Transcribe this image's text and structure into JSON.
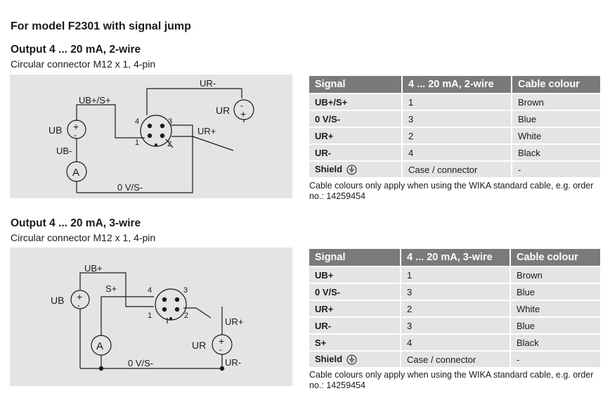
{
  "page": {
    "title": "For model F2301 with signal jump"
  },
  "sections": [
    {
      "title": "Output 4 ... 20 mA, 2-wire",
      "subtitle": "Circular connector M12 x 1, 4-pin",
      "diagram": {
        "labels": {
          "ur_minus_top": "UR-",
          "ub_plus_s_plus": "UB+/S+",
          "ur": "UR",
          "ub": "UB",
          "ub_minus": "UB-",
          "ur_plus": "UR+",
          "zero_v_s": "0 V/S-",
          "ammeter": "A",
          "plus": "+",
          "minus": "-",
          "pin1": "1",
          "pin2": "2",
          "pin3": "3",
          "pin4": "4"
        }
      },
      "table": {
        "headers": [
          "Signal",
          "4 ... 20 mA, 2-wire",
          "Cable colour"
        ],
        "rows": [
          {
            "signal": "UB+/S+",
            "pin": "1",
            "colour": "Brown"
          },
          {
            "signal": "0 V/S-",
            "pin": "3",
            "colour": "Blue"
          },
          {
            "signal": "UR+",
            "pin": "2",
            "colour": "White"
          },
          {
            "signal": "UR-",
            "pin": "4",
            "colour": "Black"
          },
          {
            "signal": "Shield",
            "pin": "Case / connector",
            "colour": "-"
          }
        ],
        "note": "Cable colours only apply when using the WIKA standard cable, e.g. order no.: 14259454"
      }
    },
    {
      "title": "Output 4 ... 20 mA, 3-wire",
      "subtitle": "Circular connector M12 x 1, 4-pin",
      "diagram": {
        "labels": {
          "ub_plus": "UB+",
          "ub": "UB",
          "s_plus": "S+",
          "ur_plus": "UR+",
          "ur": "UR",
          "ur_minus": "UR-",
          "zero_v_s": "0 V/S-",
          "ammeter": "A",
          "plus": "+",
          "minus": "-",
          "pin1": "1",
          "pin2": "2",
          "pin3": "3",
          "pin4": "4"
        }
      },
      "table": {
        "headers": [
          "Signal",
          "4 ... 20 mA, 3-wire",
          "Cable colour"
        ],
        "rows": [
          {
            "signal": "UB+",
            "pin": "1",
            "colour": "Brown"
          },
          {
            "signal": "0 V/S-",
            "pin": "3",
            "colour": "Blue"
          },
          {
            "signal": "UR+",
            "pin": "2",
            "colour": "White"
          },
          {
            "signal": "UR-",
            "pin": "3",
            "colour": "Blue"
          },
          {
            "signal": "S+",
            "pin": "4",
            "colour": "Black"
          },
          {
            "signal": "Shield",
            "pin": "Case / connector",
            "colour": "-"
          }
        ],
        "note": "Cable colours only apply when using the WIKA standard cable, e.g. order no.: 14259454"
      }
    }
  ],
  "icons": {
    "shield": "ground-symbol-icon"
  },
  "colors": {
    "header_bg": "#7a7a7a",
    "row_bg": "#e4e4e4",
    "diagram_bg": "#e4e4e4"
  }
}
